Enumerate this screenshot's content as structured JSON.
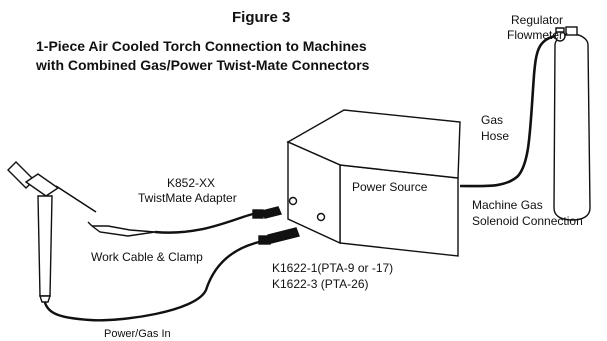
{
  "figure": {
    "number": "Figure 3",
    "title_line1": "1-Piece Air Cooled Torch Connection to Machines",
    "title_line2": "with Combined Gas/Power Twist-Mate Connectors"
  },
  "labels": {
    "regulator": "Regulator",
    "flowmeter": "Flowmeter",
    "gas": "Gas",
    "hose": "Hose",
    "power_source": "Power Source",
    "machine_gas": "Machine Gas",
    "solenoid_connection": "Solenoid Connection",
    "k852_xx": "K852-XX",
    "twistmate_adapter": "TwistMate Adapter",
    "work_cable_clamp": "Work Cable & Clamp",
    "k1622_1": "K1622-1(PTA-9 or -17)",
    "k1622_3": "K1622-3 (PTA-26)",
    "power_gas_in": "Power/Gas In"
  }
}
